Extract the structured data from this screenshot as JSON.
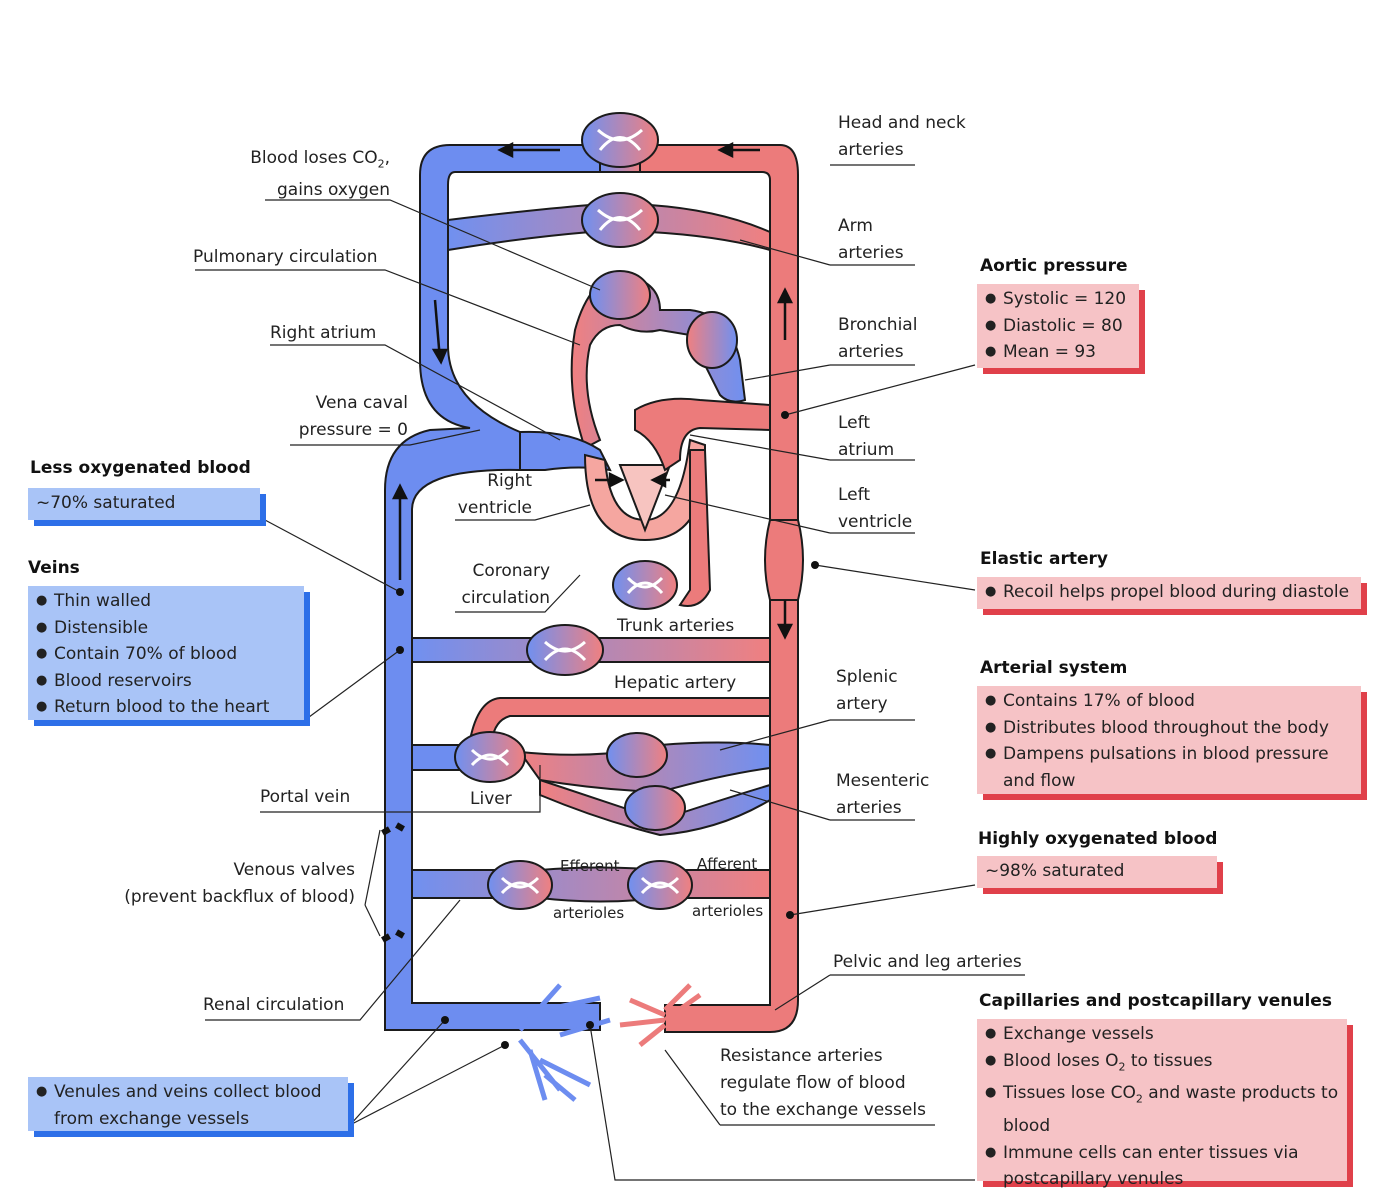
{
  "labels": {
    "head_neck_l1": "Head and neck",
    "head_neck_l2": "arteries",
    "blood_loses_l1": "Blood loses CO",
    "blood_loses_sub": "2",
    "blood_loses_tail": ",",
    "blood_loses_l2": "gains oxygen",
    "pulmonary": "Pulmonary circulation",
    "arm_l1": "Arm",
    "arm_l2": "arteries",
    "right_atrium": "Right atrium",
    "bronchial_l1": "Bronchial",
    "bronchial_l2": "arteries",
    "vena_l1": "Vena caval",
    "vena_l2": "pressure = 0",
    "left_atrium_l1": "Left",
    "left_atrium_l2": "atrium",
    "right_ventricle_l1": "Right",
    "right_ventricle_l2": "ventricle",
    "left_ventricle_l1": "Left",
    "left_ventricle_l2": "ventricle",
    "coronary_l1": "Coronary",
    "coronary_l2": "circulation",
    "trunk": "Trunk arteries",
    "hepatic": "Hepatic artery",
    "splenic_l1": "Splenic",
    "splenic_l2": "artery",
    "portal": "Portal vein",
    "liver": "Liver",
    "mesenteric_l1": "Mesenteric",
    "mesenteric_l2": "arteries",
    "valves_l1": "Venous valves",
    "valves_l2": "(prevent backflux of blood)",
    "efferent": "Efferent",
    "afferent": "Afferent",
    "arterioles_a": "arterioles",
    "arterioles_b": "arterioles",
    "renal": "Renal circulation",
    "pelvic": "Pelvic and leg arteries",
    "resistance_l1": "Resistance arteries",
    "resistance_l2": "regulate flow of blood",
    "resistance_l3": "to the exchange vessels"
  },
  "boxes": {
    "less_oxy": {
      "title": "Less oxygenated blood",
      "text": "~70% saturated"
    },
    "veins": {
      "title": "Veins",
      "items": [
        "Thin walled",
        "Distensible",
        "Contain 70% of blood",
        "Blood reservoirs",
        "Return blood to the heart"
      ]
    },
    "venules": {
      "l1": "Venules and veins collect blood",
      "l2": "from exchange vessels"
    },
    "aortic": {
      "title": "Aortic pressure",
      "items": [
        "Systolic = 120",
        "Diastolic = 80",
        "Mean = 93"
      ]
    },
    "elastic": {
      "title": "Elastic artery",
      "items": [
        "Recoil helps propel blood during diastole"
      ]
    },
    "arterial": {
      "title": "Arterial system",
      "items": [
        "Contains 17% of blood",
        "Distributes blood throughout the body",
        "Dampens pulsations in blood pressure and flow"
      ]
    },
    "highly_oxy": {
      "title": "Highly oxygenated blood",
      "text": "~98% saturated"
    },
    "capillaries": {
      "title": "Capillaries and postcapillary venules",
      "i1": "Exchange vessels",
      "i2_pre": "Blood loses O",
      "i2_sub": "2",
      "i2_post": " to tissues",
      "i3_pre": "Tissues lose CO",
      "i3_sub": "2",
      "i3_post": " and waste products to blood",
      "i4": "Immune cells can enter tissues via postcapillary venules"
    }
  },
  "colors": {
    "vein": "#6d8df0",
    "artery": "#ec7b7b",
    "vein_box": "#a9c4f7",
    "vein_shadow": "#2d6fe8",
    "art_box": "#f6c3c6",
    "art_shadow": "#e0404a"
  }
}
